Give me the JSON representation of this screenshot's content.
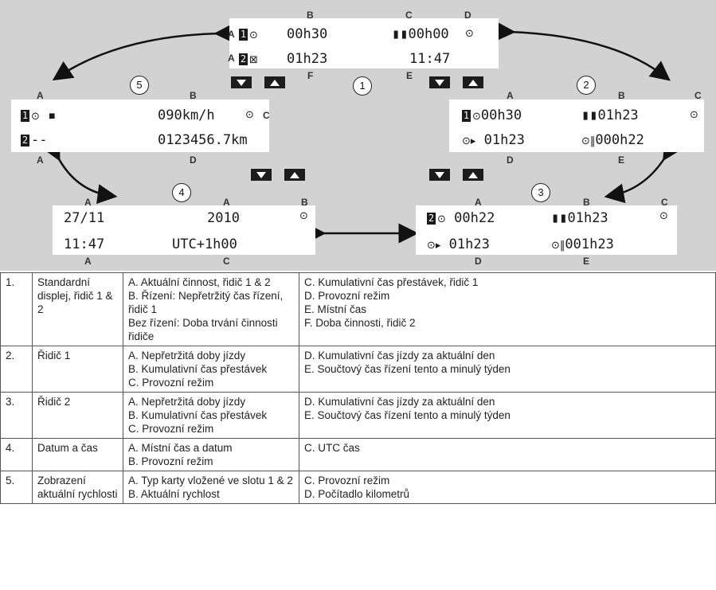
{
  "screens": {
    "s1": {
      "row1": {
        "letter": "A",
        "slot": "1",
        "time": "00h30",
        "break": "00h00"
      },
      "row2": {
        "letter": "A",
        "slot": "2",
        "time": "01h23",
        "clock": "11:47"
      },
      "top_labels": [
        "B",
        "C",
        "D"
      ],
      "bottom_labels": [
        "F",
        "E"
      ],
      "number": "1"
    },
    "s2": {
      "row1": {
        "slot": "1",
        "drive": "00h30",
        "break": "01h23"
      },
      "row2": {
        "daily": "01h23",
        "fortnight": "000h22"
      },
      "top_labels": [
        "A",
        "B",
        "C"
      ],
      "bottom_labels": [
        "D",
        "E"
      ],
      "number": "2"
    },
    "s3": {
      "row1": {
        "slot": "2",
        "drive": "00h22",
        "break": "01h23"
      },
      "row2": {
        "daily": "01h23",
        "fortnight": "001h23"
      },
      "top_labels": [
        "A",
        "B",
        "C"
      ],
      "bottom_labels": [
        "D",
        "E"
      ],
      "number": "3"
    },
    "s4": {
      "row1": {
        "date": "27/11",
        "year": "2010"
      },
      "row2": {
        "time": "11:47",
        "utc": "UTC+1h00"
      },
      "top_labels": [
        "A",
        "A",
        "B"
      ],
      "bottom_labels": [
        "A",
        "C"
      ],
      "number": "4"
    },
    "s5": {
      "row1": {
        "slot": "1",
        "speed": "090km/h",
        "c": "C"
      },
      "row2": {
        "slot": "2",
        "dash": "--",
        "odo": "0123456.7km"
      },
      "top_labels": [
        "A",
        "B"
      ],
      "bottom_labels": [
        "A",
        "D"
      ],
      "number": "5"
    }
  },
  "legend": [
    {
      "num": "1.",
      "name": "Standardní displej, řidič 1 & 2",
      "col_a": [
        "A. Aktuální činnost, řidič 1 & 2",
        "B. Řízení: Nepřetržitý čas řízení, řidič 1",
        "Bez řízení: Doba trvání činnosti řidiče"
      ],
      "col_b": [
        "C. Kumulativní čas přestávek, řidič 1",
        "D. Provozní režim",
        "E. Místní čas",
        "F. Doba činnosti, řidič 2"
      ]
    },
    {
      "num": "2.",
      "name": "Řidič 1",
      "col_a": [
        "A. Nepřetržitá doby jízdy",
        "B. Kumulativní čas přestávek",
        "C. Provozní režim"
      ],
      "col_b": [
        "D. Kumulativní čas jízdy za aktuální den",
        "E. Součtový čas řízení tento a minulý týden"
      ]
    },
    {
      "num": "3.",
      "name": "Řidič 2",
      "col_a": [
        "A. Nepřetržitá doby jízdy",
        "B. Kumulativní čas přestávek",
        "C. Provozní režim"
      ],
      "col_b": [
        "D. Kumulativní čas jízdy za aktuální den",
        "E. Součtový čas řízení tento a minulý týden"
      ]
    },
    {
      "num": "4.",
      "name": "Datum a čas",
      "col_a": [
        "A. Místní čas a datum",
        "B. Provozní režim"
      ],
      "col_b": [
        "C. UTC čas"
      ]
    },
    {
      "num": "5.",
      "name": "Zobrazení aktuální rychlosti",
      "col_a": [
        "A. Typ karty vložené ve slotu 1 & 2",
        "B. Aktuální rychlost"
      ],
      "col_b": [
        "C. Provozní režim",
        "D. Počítadlo kilometrů"
      ]
    }
  ]
}
